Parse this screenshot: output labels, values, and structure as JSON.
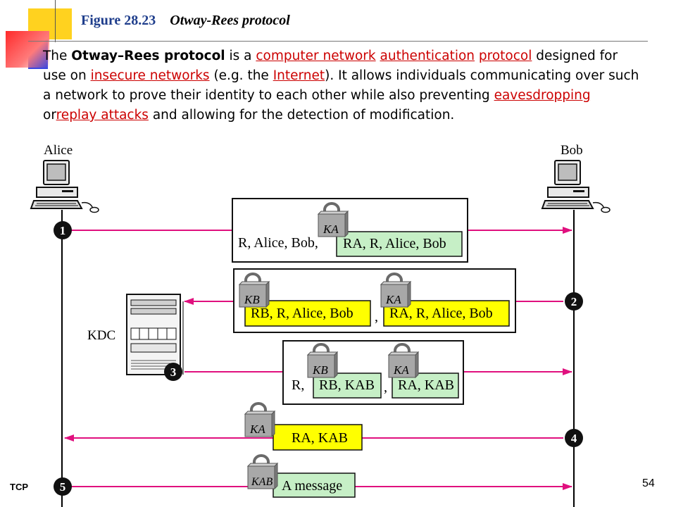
{
  "figure": {
    "number": "Figure 28.23",
    "title": "Otway-Rees protocol"
  },
  "paragraph": {
    "t1": "The ",
    "bold": "Otway–Rees protocol",
    "t2": " is a ",
    "l1": "computer network",
    "l2": "authentication",
    "l3": "protocol",
    "t3": " designed for use on ",
    "l4": "insecure networks",
    "t4": " (e.g. the ",
    "l5": "Internet",
    "t5": "). It allows individuals communicating over such a network to prove their identity to each other while also preventing ",
    "l6": "eavesdropping",
    "t6": " or",
    "l7": "replay attacks",
    "t7": " and allowing for the detection of modification."
  },
  "actors": {
    "alice": "Alice",
    "bob": "Bob",
    "kdc": "KDC"
  },
  "steps": {
    "s1": {
      "num": "1",
      "outer_prefix": "R, Alice, Bob,",
      "inner": "RA, R, Alice, Bob",
      "key": "KA"
    },
    "s2": {
      "num": "2",
      "inner_b": "RB, R, Alice, Bob",
      "inner_a": "RA, R, Alice, Bob",
      "key_b": "KB",
      "key_a": "KA"
    },
    "s3": {
      "num": "3",
      "outer_prefix": "R,",
      "inner_b": "RB, KAB",
      "inner_a": "RA, KAB",
      "key_b": "KB",
      "key_a": "KA"
    },
    "s4": {
      "num": "4",
      "inner": "RA, KAB",
      "key": "KA"
    },
    "s5": {
      "num": "5",
      "inner": "A message",
      "key": "KAB"
    }
  },
  "footer": {
    "left": "TCP",
    "page": "54"
  },
  "colors": {
    "arrow": "#e0107e",
    "yellow": "#ffff00",
    "green": "#c6efc6",
    "title_blue": "#1f3e8c",
    "link_red": "#cc0000"
  }
}
